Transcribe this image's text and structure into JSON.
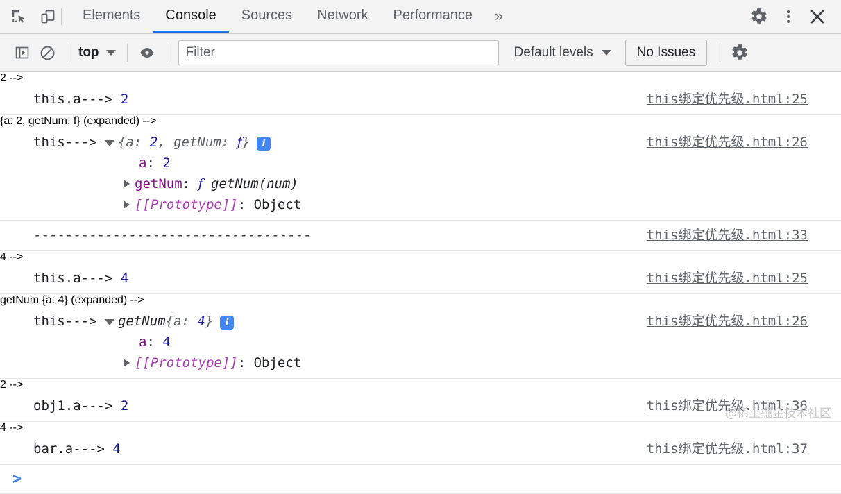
{
  "tabbar": {
    "icons": [
      {
        "name": "inspect-element-icon",
        "title": "Inspect element"
      },
      {
        "name": "device-toolbar-icon",
        "title": "Toggle device toolbar"
      }
    ],
    "tabs": [
      {
        "label": "Elements",
        "active": false
      },
      {
        "label": "Console",
        "active": true
      },
      {
        "label": "Sources",
        "active": false
      },
      {
        "label": "Network",
        "active": false
      },
      {
        "label": "Performance",
        "active": false
      }
    ],
    "more_label": "»",
    "settings_title": "Settings",
    "menu_title": "Customize and control DevTools",
    "close_title": "Close"
  },
  "toolbar": {
    "sidebar_toggle_title": "Show console sidebar",
    "clear_title": "Clear console",
    "context_label": "top",
    "eye_title": "Create live expression",
    "filter_placeholder": "Filter",
    "filter_value": "",
    "levels_label": "Default levels",
    "issues_label": "No Issues",
    "settings_title": "Console settings"
  },
  "console": {
    "messages": [
      {
        "id": "msg-this-a-2",
        "kind": "text",
        "text": "this.a---> ",
        "value": "2",
        "source": "this绑定优先级.html:25"
      },
      {
        "id": "msg-this-obj-2",
        "kind": "object",
        "label": "this---> ",
        "constructor": "",
        "preview_open": "{",
        "preview_parts": [
          {
            "key": "a",
            "sep": ": ",
            "val": "2",
            "type": "number"
          },
          {
            "key": "getNum",
            "sep": ": ",
            "val": "f",
            "type": "function"
          }
        ],
        "preview_close": "}",
        "info_badge": "i",
        "source": "this绑定优先级.html:26",
        "properties": [
          {
            "expandable": false,
            "name": "a",
            "italic": false,
            "sep": ": ",
            "value": "2",
            "value_type": "number"
          },
          {
            "expandable": true,
            "name": "getNum",
            "italic": false,
            "sep": ": ",
            "value": "getNum(num)",
            "value_type": "function"
          },
          {
            "expandable": true,
            "name": "[[Prototype]]",
            "italic": true,
            "sep": ": ",
            "value": "Object",
            "value_type": "plain"
          }
        ]
      },
      {
        "id": "msg-divider",
        "kind": "text",
        "text": "-----------------------------------",
        "value": "",
        "source": "this绑定优先级.html:33"
      },
      {
        "id": "msg-this-a-4",
        "kind": "text",
        "text": "this.a---> ",
        "value": "4",
        "source": "this绑定优先级.html:25"
      },
      {
        "id": "msg-this-obj-4",
        "kind": "object",
        "label": "this---> ",
        "constructor": "getNum ",
        "preview_open": "{",
        "preview_parts": [
          {
            "key": "a",
            "sep": ": ",
            "val": "4",
            "type": "number"
          }
        ],
        "preview_close": "}",
        "info_badge": "i",
        "source": "this绑定优先级.html:26",
        "properties": [
          {
            "expandable": false,
            "name": "a",
            "italic": false,
            "sep": ": ",
            "value": "4",
            "value_type": "number"
          },
          {
            "expandable": true,
            "name": "[[Prototype]]",
            "italic": true,
            "sep": ": ",
            "value": "Object",
            "value_type": "plain"
          }
        ]
      },
      {
        "id": "msg-obj1-a",
        "kind": "text",
        "text": "obj1.a---> ",
        "value": "2",
        "source": "this绑定优先级.html:36"
      },
      {
        "id": "msg-bar-a",
        "kind": "text",
        "text": "bar.a---> ",
        "value": "4",
        "source": "this绑定优先级.html:37"
      }
    ],
    "prompt_caret": ">"
  },
  "watermark": "@稀土掘金技术社区",
  "colors": {
    "accent": "#1a73e8",
    "number": "#1a1aa6",
    "property": "#881391",
    "internal_property": "#aa3eb4",
    "info_badge_bg": "#4285f4",
    "toolbar_bg": "#f3f3f3",
    "row_border": "#e8e8e8"
  }
}
